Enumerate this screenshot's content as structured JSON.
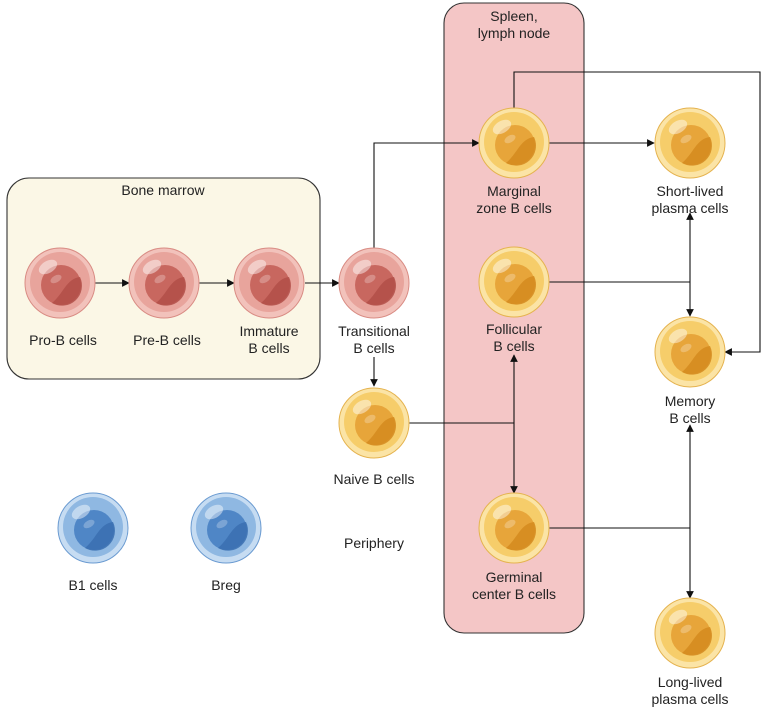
{
  "regions": {
    "bone_marrow": "Bone marrow",
    "spleen_line1": "Spleen,",
    "spleen_line2": "lymph node",
    "periphery": "Periphery"
  },
  "cells": {
    "pro_b": [
      "Pro-B cells"
    ],
    "pre_b": [
      "Pre-B cells"
    ],
    "immature": [
      "Immature",
      "B cells"
    ],
    "transitional": [
      "Transitional",
      "B cells"
    ],
    "naive": [
      "Naive B cells"
    ],
    "marginal": [
      "Marginal",
      "zone B cells"
    ],
    "follicular": [
      "Follicular",
      "B cells"
    ],
    "germinal": [
      "Germinal",
      "center B cells"
    ],
    "short_lived": [
      "Short-lived",
      "plasma cells"
    ],
    "memory": [
      "Memory",
      "B cells"
    ],
    "long_lived": [
      "Long-lived",
      "plasma cells"
    ],
    "b1": [
      "B1 cells"
    ],
    "breg": [
      "Breg"
    ]
  },
  "colors": {
    "bone_marrow_fill": "#fbf7e6",
    "spleen_fill": "#f4c6c6",
    "pink_cell": "#e8a49c",
    "yellow_cell": "#f6cd6a",
    "blue_cell": "#8fb8e2"
  }
}
